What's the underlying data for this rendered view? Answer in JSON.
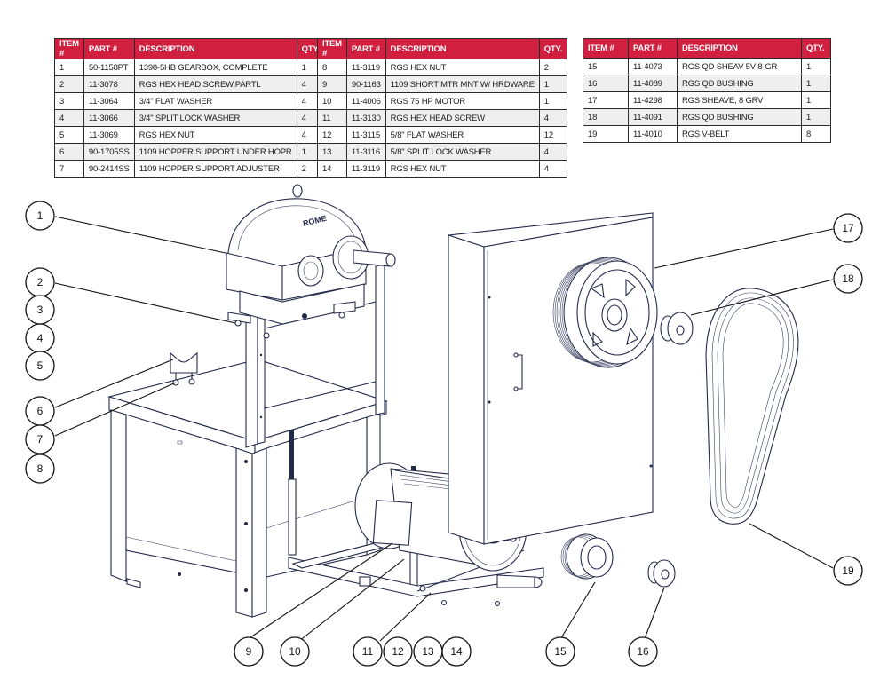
{
  "bom_tables": [
    {
      "headers": {
        "item": "ITEM #",
        "part": "PART #",
        "description": "DESCRIPTION",
        "qty": "QTY."
      },
      "rows": [
        {
          "item": "1",
          "part": "50-1158PT",
          "description": "1398-5HB GEARBOX, COMPLETE",
          "qty": "1"
        },
        {
          "item": "2",
          "part": "11-3078",
          "description": "RGS HEX HEAD SCREW,PARTL",
          "qty": "4"
        },
        {
          "item": "3",
          "part": "11-3064",
          "description": "3/4\" FLAT WASHER",
          "qty": "4"
        },
        {
          "item": "4",
          "part": "11-3066",
          "description": "3/4\" SPLIT LOCK WASHER",
          "qty": "4"
        },
        {
          "item": "5",
          "part": "11-3069",
          "description": "RGS HEX NUT",
          "qty": "4"
        },
        {
          "item": "6",
          "part": "90-1705SS",
          "description": "1109 HOPPER SUPPORT UNDER HOPR",
          "qty": "1"
        },
        {
          "item": "7",
          "part": "90-2414SS",
          "description": "1109 HOPPER SUPPORT ADJUSTER",
          "qty": "2"
        }
      ]
    },
    {
      "headers": {
        "item": "ITEM #",
        "part": "PART #",
        "description": "DESCRIPTION",
        "qty": "QTY."
      },
      "rows": [
        {
          "item": "8",
          "part": "11-3119",
          "description": "RGS HEX NUT",
          "qty": "2"
        },
        {
          "item": "9",
          "part": "90-1163",
          "description": "1109 SHORT MTR MNT W/ HRDWARE",
          "qty": "1"
        },
        {
          "item": "10",
          "part": "11-4006",
          "description": "RGS 75 HP MOTOR",
          "qty": "1"
        },
        {
          "item": "11",
          "part": "11-3130",
          "description": "RGS HEX HEAD SCREW",
          "qty": "4"
        },
        {
          "item": "12",
          "part": "11-3115",
          "description": "5/8\" FLAT WASHER",
          "qty": "12"
        },
        {
          "item": "13",
          "part": "11-3116",
          "description": "5/8\" SPLIT LOCK WASHER",
          "qty": "4"
        },
        {
          "item": "14",
          "part": "11-3119",
          "description": "RGS HEX NUT",
          "qty": "4"
        }
      ]
    },
    {
      "headers": {
        "item": "ITEM #",
        "part": "PART #",
        "description": "DESCRIPTION",
        "qty": "QTY."
      },
      "rows": [
        {
          "item": "15",
          "part": "11-4073",
          "description": "RGS QD SHEAV 5V 8-GR",
          "qty": "1"
        },
        {
          "item": "16",
          "part": "11-4089",
          "description": "RGS QD BUSHING",
          "qty": "1"
        },
        {
          "item": "17",
          "part": "11-4298",
          "description": "RGS SHEAVE, 8 GRV",
          "qty": "1"
        },
        {
          "item": "18",
          "part": "11-4091",
          "description": "RGS QD BUSHING",
          "qty": "1"
        },
        {
          "item": "19",
          "part": "11-4010",
          "description": "RGS V-BELT",
          "qty": "8"
        }
      ]
    }
  ],
  "callouts": [
    "1",
    "2",
    "3",
    "4",
    "5",
    "6",
    "7",
    "8",
    "9",
    "10",
    "11",
    "12",
    "13",
    "14",
    "15",
    "16",
    "17",
    "18",
    "19"
  ],
  "gearbox_logo": "ROME",
  "colors": {
    "header_bg": "#d11f3f",
    "header_text": "#ffffff",
    "line": "#222a4a",
    "row_alt": "#efefef"
  }
}
